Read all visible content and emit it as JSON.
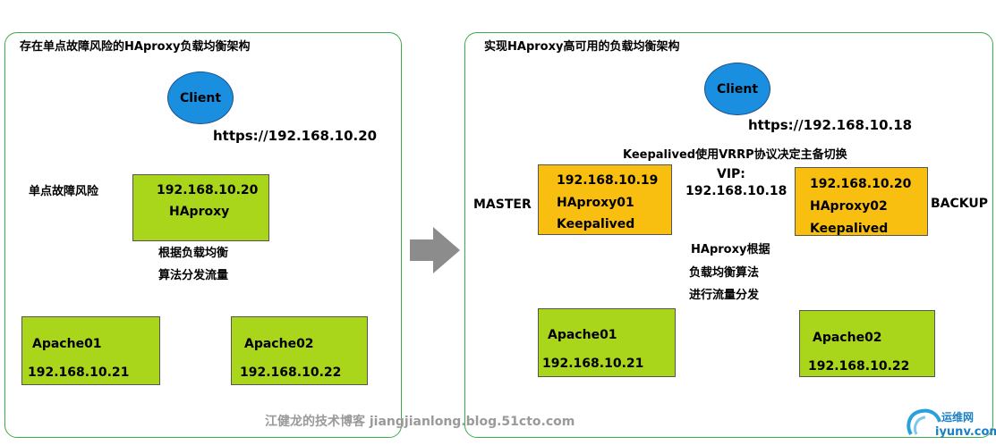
{
  "left": {
    "title": "存在单点故障风险的HAproxy负载均衡架构",
    "client": "Client",
    "url": "https://192.168.10.20",
    "risk_label": "单点故障风险",
    "lb": {
      "ip": "192.168.10.20",
      "name": "HAproxy"
    },
    "algo_line1": "根据负载均衡",
    "algo_line2": "算法分发流量",
    "backends": [
      {
        "name": "Apache01",
        "ip": "192.168.10.21"
      },
      {
        "name": "Apache02",
        "ip": "192.168.10.22"
      }
    ]
  },
  "right": {
    "title": "实现HAproxy高可用的负载均衡架构",
    "client": "Client",
    "url": "https://192.168.10.18",
    "vrrp_note": "Keepalived使用VRRP协议决定主备切换",
    "vip_label": "VIP:",
    "vip_ip": "192.168.10.18",
    "master_label": "MASTER",
    "backup_label": "BACKUP",
    "master": {
      "ip": "192.168.10.19",
      "name": "HAproxy01",
      "ka": "Keepalived"
    },
    "backup": {
      "ip": "192.168.10.20",
      "name": "HAproxy02",
      "ka": "Keepalived"
    },
    "algo_line1": "HAproxy根据",
    "algo_line2": "负载均衡算法",
    "algo_line3": "进行流量分发",
    "backends": [
      {
        "name": "Apache01",
        "ip": "192.168.10.21"
      },
      {
        "name": "Apache02",
        "ip": "192.168.10.22"
      }
    ]
  },
  "watermark": "江健龙的技术博客 jiangjianlong.blog.51cto.com",
  "logo": {
    "cn": "运维网",
    "domain": "iyunv.com"
  },
  "colors": {
    "panel_border": "#3caa4a",
    "node_green": "#a9d61a",
    "node_orange": "#f8be10",
    "client_blue": "#1a8fe0",
    "arrow_orange": "#f07a1e",
    "arrow_gray": "#8c8c8c"
  }
}
